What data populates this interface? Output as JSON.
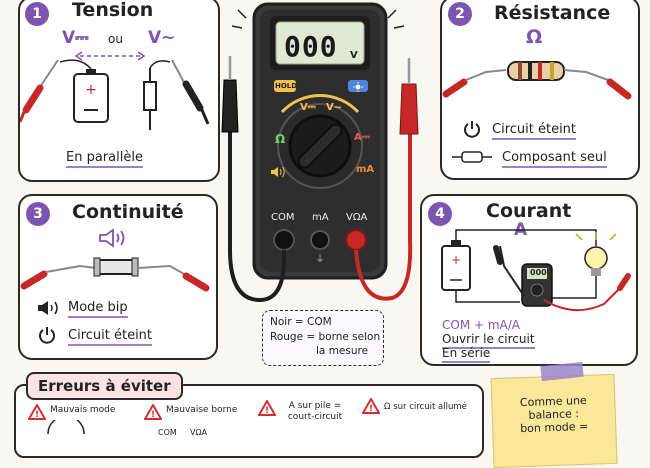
{
  "meter": {
    "display": "000",
    "display_unit": "V",
    "hold": "HOLD",
    "dial_v_dc": "V⎓",
    "dial_v_ac": "V~",
    "dial_ohm": "Ω",
    "dial_a": "A⎓",
    "dial_ma": "mA",
    "jack_com": "COM",
    "jack_ma": "mA",
    "jack_v": "VΩA"
  },
  "tension": {
    "number": "1",
    "title": "Tension",
    "v_dc": "V⎓",
    "or": "ou",
    "v_ac": "V~",
    "caption": "En parallèle"
  },
  "resistance": {
    "number": "2",
    "title": "Résistance",
    "symbol": "Ω",
    "item1": "Circuit éteint",
    "item2": "Composant seul"
  },
  "continuity": {
    "number": "3",
    "title": "Continuité",
    "item1": "Mode bip",
    "item2": "Circuit éteint"
  },
  "current": {
    "number": "4",
    "title": "Courant",
    "symbol": "A",
    "mini_display": "000",
    "line1": "COM + mA/A",
    "line2": "Ouvrir le circuit",
    "line3": "En série"
  },
  "leads_note": {
    "line1": "Noir = COM",
    "line2": "Rouge = borne selon",
    "line3": "la mesure"
  },
  "errors": {
    "title": "Erreurs à éviter",
    "items": [
      "Mauvais mode",
      "Mauvaise borne",
      "A sur pile = court-circuit",
      "Ω sur circuit allumé"
    ],
    "bottom_labels": [
      "COM",
      "VΩA"
    ]
  },
  "sticky": {
    "line1": "Comme une",
    "line2": "balance :",
    "line3": "bon mode ="
  },
  "colors": {
    "accent": "#7b55b0",
    "lead_red": "#c62828",
    "lead_black": "#222222",
    "warning": "#d32f2f",
    "sticky": "#fbe79a"
  }
}
